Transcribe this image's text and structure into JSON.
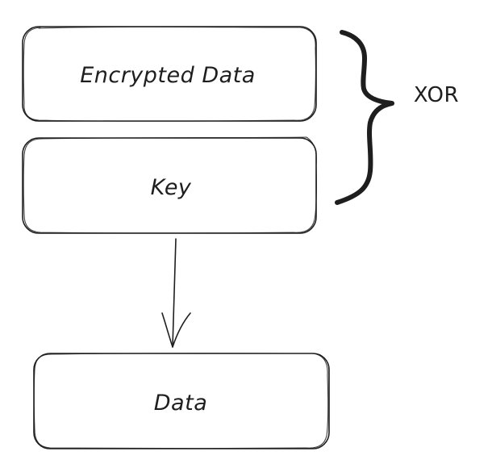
{
  "nodes": {
    "encrypted_data": {
      "label": "Encrypted Data"
    },
    "key": {
      "label": "Key"
    },
    "data": {
      "label": "Data"
    }
  },
  "brace": {
    "label": "XOR"
  }
}
